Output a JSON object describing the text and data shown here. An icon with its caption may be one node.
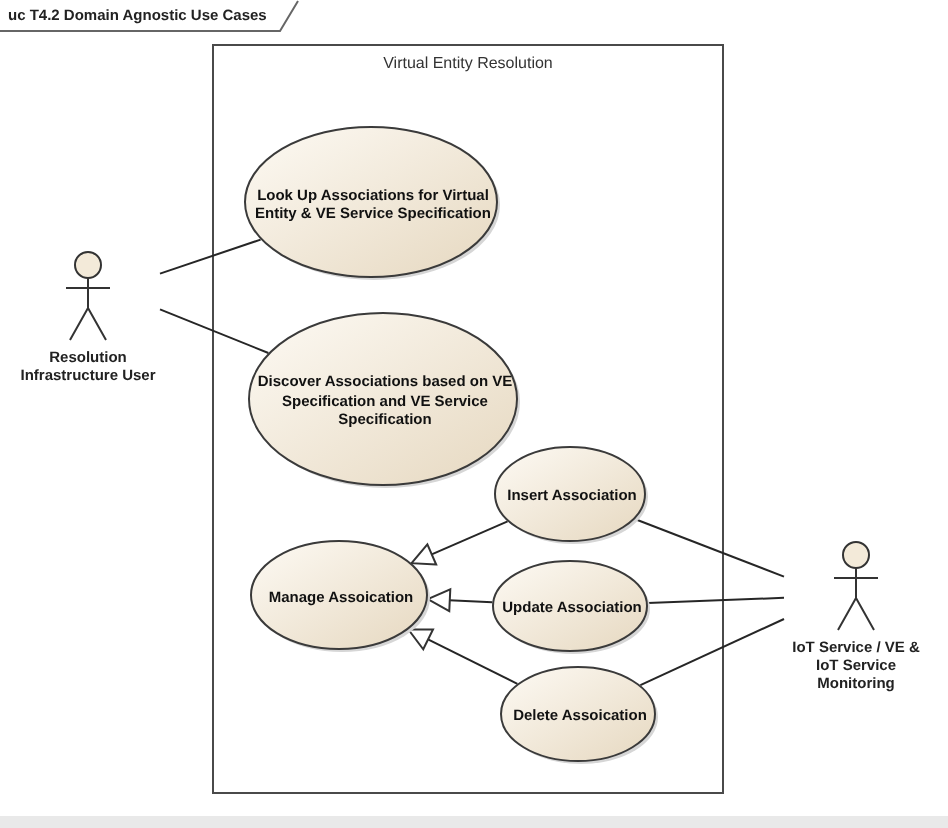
{
  "diagram": {
    "title": "uc T4.2 Domain Agnostic Use Cases",
    "nodes": [
      {
        "text": [
          "Virtual Entity Resolution"
        ]
      },
      {
        "text": [
          "Resolution Infrastructure User"
        ]
      },
      {
        "text": [
          "Look Up Associations for Virtual Entity & VE Service Specification"
        ],
        "in": 0
      },
      {
        "text": [
          "Discover Associations based on VE Specification and VE Service Specification"
        ],
        "in": 0
      },
      {
        "text": [
          "Insert Association"
        ],
        "in": 0
      },
      {
        "text": [
          "Manage Assoication"
        ],
        "in": 0
      },
      {
        "text": [
          "Update Association"
        ],
        "in": 0
      },
      {
        "text": [
          "Delete Assoication"
        ],
        "in": 0
      },
      {
        "text": [
          "IoT Service / VE & IoT Service Monitoring"
        ]
      }
    ],
    "edges": [
      {
        "from": 1,
        "to": 2,
        "arrow": "none"
      },
      {
        "from": 1,
        "to": 3,
        "arrow": "none"
      },
      {
        "from": 4,
        "to": 5,
        "arrow": "to"
      },
      {
        "from": 6,
        "to": 5,
        "arrow": "to"
      },
      {
        "from": 7,
        "to": 5,
        "arrow": "to"
      },
      {
        "from": 8,
        "to": 4,
        "arrow": "none"
      },
      {
        "from": 8,
        "to": 6,
        "arrow": "none"
      },
      {
        "from": 8,
        "to": 7,
        "arrow": "none"
      }
    ]
  }
}
